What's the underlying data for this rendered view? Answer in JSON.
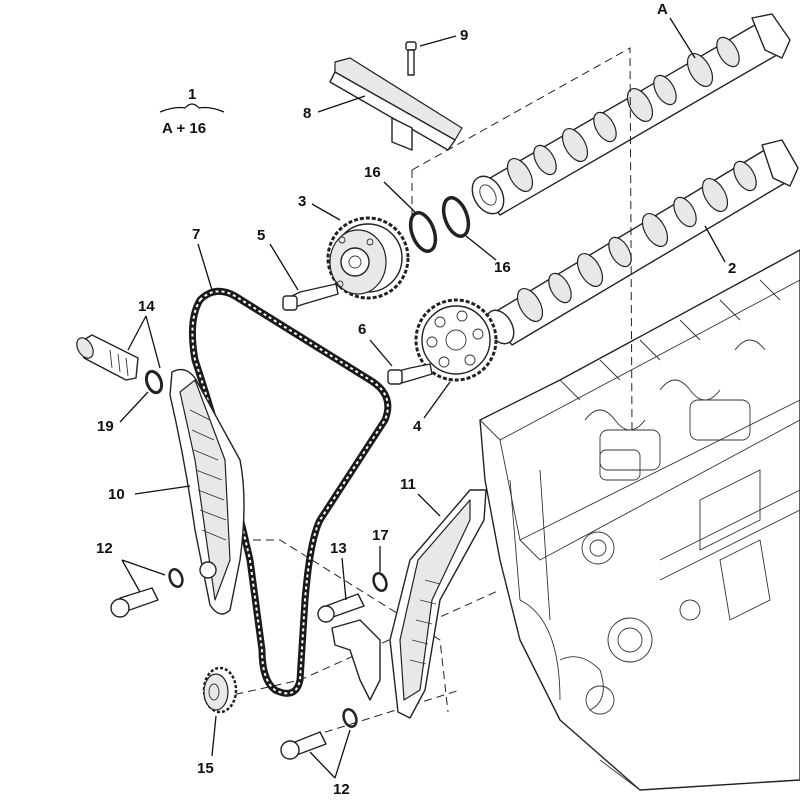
{
  "callouts": {
    "c1": "1",
    "c1_formula": "A + 16",
    "cA": "A",
    "c2": "2",
    "c3": "3",
    "c4": "4",
    "c5": "5",
    "c6": "6",
    "c7": "7",
    "c8": "8",
    "c9": "9",
    "c10": "10",
    "c11": "11",
    "c12a": "12",
    "c12b": "12",
    "c13": "13",
    "c14": "14",
    "c15": "15",
    "c16a": "16",
    "c16b": "16",
    "c17": "17",
    "c19": "19"
  }
}
